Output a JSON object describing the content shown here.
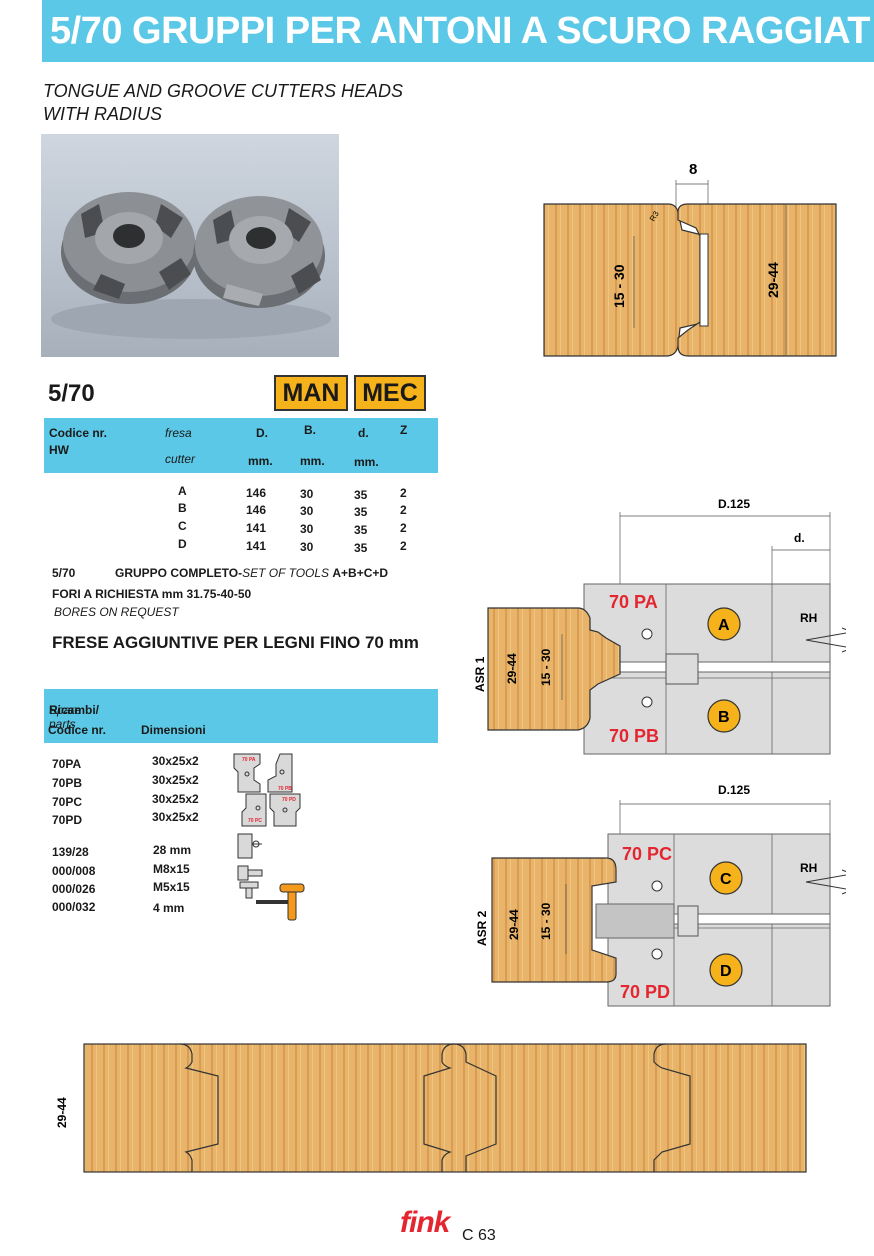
{
  "header": {
    "title": "5/70  GRUPPI PER ANTONI A SCURO RAGGIAT"
  },
  "subtitle": {
    "line1": "TONGUE AND GROOVE CUTTERS HEADS",
    "line2": "WITH RADIUS"
  },
  "product": {
    "code": "5/70",
    "tag_man": "MAN",
    "tag_mec": "MEC"
  },
  "table": {
    "col_code": "Codice nr.",
    "col_hw": "HW",
    "col_fresa": "fresa",
    "col_cutter": "cutter",
    "col_D": "D.",
    "col_B": "B.",
    "col_d": "d.",
    "col_Z": "Z",
    "unit": "mm.",
    "rows": [
      {
        "fresa": "A",
        "D": "146",
        "B": "30",
        "d": "35",
        "Z": "2"
      },
      {
        "fresa": "B",
        "D": "146",
        "B": "30",
        "d": "35",
        "Z": "2"
      },
      {
        "fresa": "C",
        "D": "141",
        "B": "30",
        "d": "35",
        "Z": "2"
      },
      {
        "fresa": "D",
        "D": "141",
        "B": "30",
        "d": "35",
        "Z": "2"
      }
    ]
  },
  "set": {
    "code": "5/70",
    "label": "GRUPPO COMPLETO-",
    "label_en": "SET OF TOOLS ",
    "items": "A+B+C+D"
  },
  "bores": {
    "it": "FORI A RICHIESTA mm 31.75-40-50",
    "en": "BORES ON REQUEST"
  },
  "extra": "FRESE AGGIUNTIVE PER LEGNI FINO 70 mm",
  "spare": {
    "title": "Ricambi/",
    "title_en": "Spare parts",
    "col_code": "Codice nr.",
    "col_dim": "Dimensioni",
    "rows": [
      {
        "code": "70PA",
        "dim": "30x25x2"
      },
      {
        "code": "70PB",
        "dim": "30x25x2"
      },
      {
        "code": "70PC",
        "dim": "30x25x2"
      },
      {
        "code": "70PD",
        "dim": "30x25x2"
      },
      {
        "code": "139/28",
        "dim": "28 mm"
      },
      {
        "code": "000/008",
        "dim": "M8x15"
      },
      {
        "code": "000/026",
        "dim": "M5x15"
      },
      {
        "code": "000/032",
        "dim": "4 mm"
      }
    ]
  },
  "diagram_top": {
    "dim_8": "8",
    "r3": "R3",
    "dim_1530": "15 - 30",
    "dim_2944": "29-44"
  },
  "asr1": {
    "label": "ASR 1",
    "d125": "D.125",
    "d": "d.",
    "pa": "70 PA",
    "pb": "70 PB",
    "a": "A",
    "b": "B",
    "rh": "RH",
    "dim_2944": "29-44",
    "dim_1530": "15 - 30"
  },
  "asr2": {
    "label": "ASR 2",
    "d125": "D.125",
    "pc": "70 PC",
    "pd": "70 PD",
    "c": "C",
    "d": "D",
    "rh": "RH",
    "dim_2944": "29-44",
    "dim_1530": "15 - 30"
  },
  "bottom": {
    "dim": "29-44"
  },
  "mini": {
    "pa": "70 PA",
    "pb": "70 PB",
    "pc": "70 PC",
    "pd": "70 PD"
  },
  "footer": {
    "logo": "fink",
    "page": "C 63"
  },
  "colors": {
    "banner": "#5ac8e6",
    "tag": "#f5b21a",
    "label_red": "#e3262f",
    "circle": "#f5b21a",
    "steel": "#dcdcdc"
  }
}
